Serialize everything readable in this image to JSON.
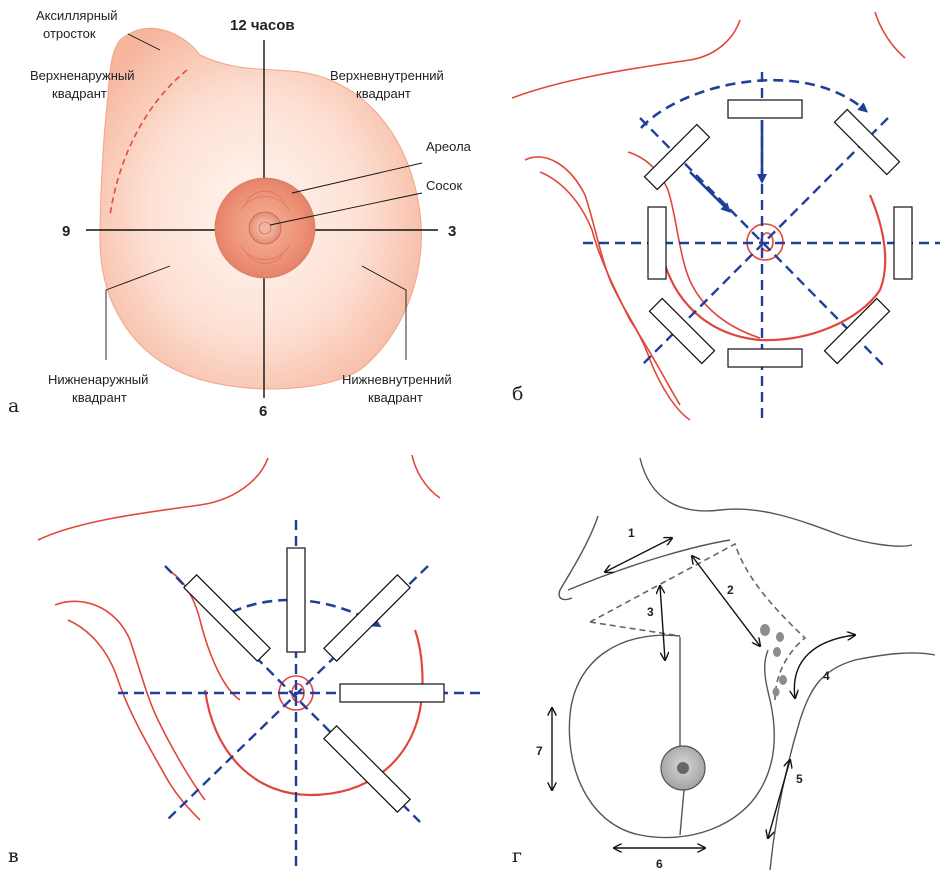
{
  "panel_a": {
    "letter": "а",
    "clock_12": "12 часов",
    "clock_3": "3",
    "clock_6": "6",
    "clock_9": "9",
    "axillary_line1": "Аксиллярный",
    "axillary_line2": "отросток",
    "upper_outer_line1": "Верхненаружный",
    "upper_outer_line2": "квадрант",
    "upper_inner_line1": "Верхневнутренний",
    "upper_inner_line2": "квадрант",
    "areola": "Ареола",
    "nipple": "Сосок",
    "lower_outer_line1": "Нижненаружный",
    "lower_outer_line2": "квадрант",
    "lower_inner_line1": "Нижневнутренний",
    "lower_inner_line2": "квадрант"
  },
  "panel_b": {
    "letter": "б"
  },
  "panel_c": {
    "letter": "в"
  },
  "panel_d": {
    "letter": "г",
    "labels": [
      "1",
      "2",
      "3",
      "4",
      "5",
      "6",
      "7"
    ]
  },
  "colors": {
    "contour_red": "#e0473a",
    "dash_blue": "#1f3f9a",
    "breast_fill": "#f9c4ae",
    "gray_line": "#666666"
  }
}
